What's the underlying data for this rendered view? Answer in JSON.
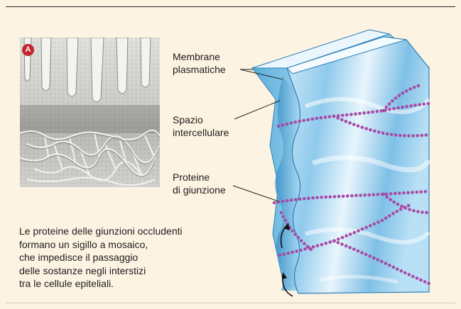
{
  "panel": {
    "badge": "A"
  },
  "labels": {
    "membranes": "Membrane\nplasmatiche",
    "space": "Spazio\nintercellulare",
    "proteins": "Proteine\ndi giunzione"
  },
  "caption": "Le proteine delle giunzioni occludenti\nformano un sigillo a mosaico,\nche impedisce il passaggio\ndelle sostanze negli interstizi\ntra le cellule epiteliali.",
  "colors": {
    "background": "#fdf3e2",
    "membrane_light": "#dff1fb",
    "membrane_mid": "#9fd3ef",
    "membrane_dark": "#4ba3d3",
    "protein": "#a64aa6",
    "badge": "#c3262e"
  }
}
